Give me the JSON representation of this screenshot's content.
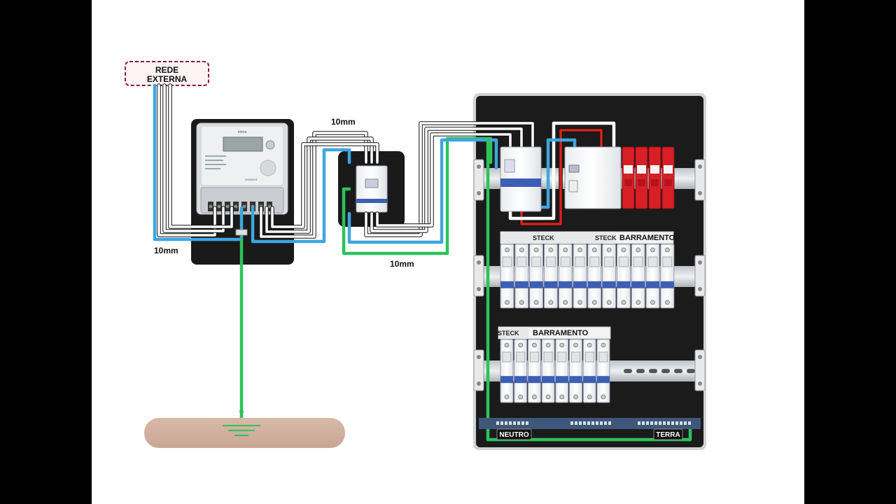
{
  "labels": {
    "source": [
      "REDE",
      "EXTERNA"
    ],
    "gauge_left": "10mm",
    "gauge_top": "10mm",
    "gauge_bottom": "10mm",
    "busbar_1": "BARRAMENTO",
    "busbar_2": "BARRAMENTO",
    "brand_1": "STECK",
    "brand_2": "STECK",
    "brand_3": "STECK",
    "neutral": "NEUTRO",
    "earth": "TERRA"
  },
  "meter": {
    "brand": "eletra",
    "serial": "00000001"
  },
  "wire_colors": {
    "phase": "#0d0d0d",
    "neutral": "#3ea6e0",
    "earth": "#2cc35a",
    "return": "#d9221b"
  },
  "panel": {
    "breakers_row1": 12,
    "breakers_row2": 8,
    "dps_count": 4
  }
}
